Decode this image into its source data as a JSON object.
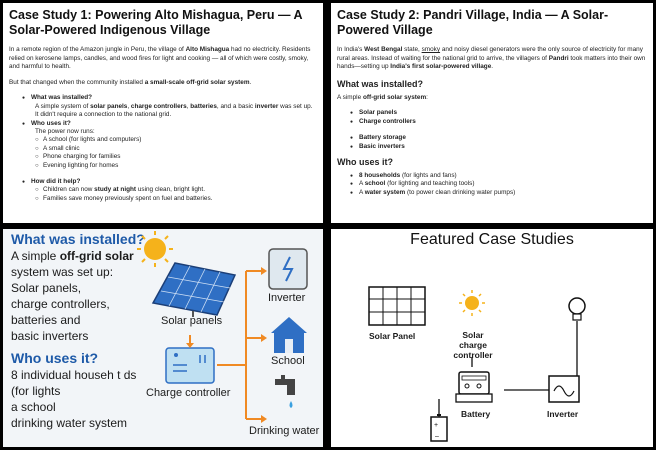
{
  "case1": {
    "title": "Case Study 1: Powering Alto Mishagua, Peru — A Solar-Powered Indigenous Village",
    "intro_a": "In a remote region of the Amazon jungle in Peru, the village of ",
    "intro_bold": "Alto Mishagua",
    "intro_b": " had no electricity. Residents relied on kerosene lamps, candles, and wood fires for light and cooking — all of which were costly, smoky, and harmful to health.",
    "change_a": "But that changed when the community installed ",
    "change_bold": "a small-scale off-grid solar system",
    "change_b": ".",
    "q1": "What was installed?",
    "a1_a": "A simple system of ",
    "a1_b1": "solar panels",
    "a1_c": ", ",
    "a1_b2": "charge controllers",
    "a1_d": ", ",
    "a1_b3": "batteries",
    "a1_e": ", and a basic ",
    "a1_b4": "inverter",
    "a1_f": " was set up. It didn't require a connection to the national grid.",
    "q2": "Who uses it?",
    "a2": "The power now runs:",
    "uses": [
      "A school (for lights and computers)",
      "A small clinic",
      "Phone charging for families",
      "Evening lighting for homes"
    ],
    "q3": "How did it help?",
    "help1_a": "Children can now ",
    "help1_b": "study at night",
    "help1_c": " using clean, bright light.",
    "help2": "Families save money previously spent on fuel and batteries."
  },
  "case2": {
    "title": "Case Study 2: Pandri Village, India — A Solar-Powered Village",
    "intro_a": "In India's ",
    "intro_b1": "West Bengal",
    "intro_c": " state, ",
    "intro_u": "smoky",
    "intro_d": " and noisy diesel generators were the only source of electricity for many rural areas. Instead of waiting for the national grid to arrive, the villagers of ",
    "intro_b2": "Pandri",
    "intro_e": " took matters into their own hands—setting up ",
    "intro_b3": "India's first solar-powered village",
    "intro_f": ".",
    "h1": "What was installed?",
    "p1_a": "A simple ",
    "p1_b": "off-grid solar system",
    "p1_c": ":",
    "list1": [
      "Solar panels",
      "Charge controllers"
    ],
    "list2": [
      "Battery storage",
      "Basic inverters"
    ],
    "h2": "Who uses it?",
    "u1_b": "8 households",
    "u1_c": " (for lights and fans)",
    "u2_a": "A ",
    "u2_b": "school",
    "u2_c": " (for lighting and teaching tools)",
    "u3_a": "A ",
    "u3_b": "water system",
    "u3_c": " (to power clean drinking water pumps)"
  },
  "infographic": {
    "h1": "What was installed?",
    "l1": "A simple ",
    "l1b": "off-grid solar",
    "l2": "system was set up:",
    "l3": "Solar panels,",
    "l4": "charge controllers,",
    "l5": "batteries and",
    "l6": "basic inverters",
    "h2": "Who uses it?",
    "u1": "8 individual househ t ds",
    "u2": "(for lights",
    "u3": "a school",
    "u4": "drinking water system",
    "solar_panels": "Solar panels",
    "charge_controller": "Charge controller",
    "inverter": "Inverter",
    "school": "School",
    "drinking_water": "Drinking water",
    "colors": {
      "heading": "#1e5aa8",
      "arrow": "#f08a24",
      "panel": "#2f6fc4",
      "sun": "#f5b21b"
    }
  },
  "featured": {
    "title": "Featured Case Studies",
    "solar_panel": "Solar Panel",
    "charge_controller_l1": "Solar charge",
    "charge_controller_l2": "controller",
    "battery": "Battery",
    "inverter": "Inverter"
  }
}
